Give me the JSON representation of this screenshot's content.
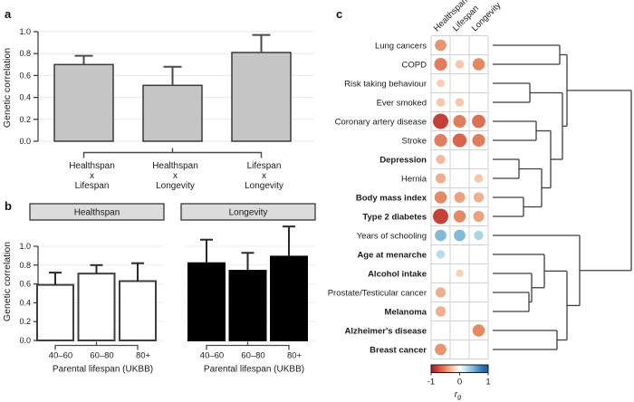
{
  "figure_letters": {
    "a": "a",
    "b": "b",
    "c": "c"
  },
  "chart_data": [
    {
      "type": "bar",
      "panel": "a",
      "title": "",
      "ylabel": "Genetic correlation",
      "categories": [
        [
          "Healthspan",
          "x",
          "Lifespan"
        ],
        [
          "Healthspan",
          "x",
          "Longevity"
        ],
        [
          "Lifespan",
          "x",
          "Longevity"
        ]
      ],
      "values": [
        0.7,
        0.51,
        0.81
      ],
      "errors_high": [
        0.78,
        0.68,
        0.97
      ],
      "ylim": [
        0,
        1
      ],
      "yticks": [
        0,
        0.2,
        0.4,
        0.6,
        0.8,
        1.0
      ],
      "grid": true,
      "bar_fill": "#c5c5c5",
      "bar_stroke": "#3a3a3a"
    },
    {
      "type": "bar",
      "panel": "b",
      "ylabel": "Genetic correlation",
      "xlabel": "Parental lifespan (UKBB)",
      "categories": [
        "40–60",
        "60–80",
        "80+"
      ],
      "ylim": [
        0,
        1
      ],
      "yticks": [
        0,
        0.2,
        0.4,
        0.6,
        0.8,
        1.0
      ],
      "grid": true,
      "facet_strip_fill": "#dcdcdc",
      "series": [
        {
          "name": "Healthspan",
          "values": [
            0.59,
            0.71,
            0.63
          ],
          "errors_high": [
            0.72,
            0.8,
            0.82
          ],
          "bar_fill": "#ffffff",
          "bar_stroke": "#3f3f3f"
        },
        {
          "name": "Longevity",
          "values": [
            0.82,
            0.74,
            0.89
          ],
          "errors_high": [
            1.07,
            0.93,
            1.21
          ],
          "bar_fill": "#000000",
          "bar_stroke": "#000000"
        }
      ]
    },
    {
      "type": "heatmap",
      "panel": "c",
      "columns": [
        "Healthspan",
        "Lifespan",
        "Longevity"
      ],
      "rows": [
        {
          "label": "Lung cancers",
          "bold": false,
          "values": [
            -0.45,
            0,
            0
          ]
        },
        {
          "label": "COPD",
          "bold": false,
          "values": [
            -0.55,
            -0.25,
            -0.5
          ]
        },
        {
          "label": "Risk taking behaviour",
          "bold": false,
          "values": [
            -0.22,
            0,
            0
          ]
        },
        {
          "label": "Ever smoked",
          "bold": false,
          "values": [
            -0.25,
            -0.25,
            0
          ]
        },
        {
          "label": "Coronary artery disease",
          "bold": false,
          "values": [
            -0.8,
            -0.55,
            -0.6
          ]
        },
        {
          "label": "Stroke",
          "bold": false,
          "values": [
            -0.55,
            -0.65,
            -0.55
          ]
        },
        {
          "label": "Depression",
          "bold": true,
          "values": [
            -0.3,
            0,
            0
          ]
        },
        {
          "label": "Hernia",
          "bold": false,
          "values": [
            -0.35,
            0,
            -0.25
          ]
        },
        {
          "label": "Body mass index",
          "bold": true,
          "values": [
            -0.5,
            -0.4,
            -0.35
          ]
        },
        {
          "label": "Type 2 diabetes",
          "bold": true,
          "values": [
            -0.8,
            -0.5,
            -0.4
          ]
        },
        {
          "label": "Years of schooling",
          "bold": false,
          "values": [
            0.45,
            0.45,
            0.3
          ]
        },
        {
          "label": "Age at menarche",
          "bold": true,
          "values": [
            0.25,
            0,
            0
          ]
        },
        {
          "label": "Alcohol intake",
          "bold": true,
          "values": [
            0,
            -0.2,
            0
          ]
        },
        {
          "label": "Prostate/Testicular cancer",
          "bold": false,
          "values": [
            -0.35,
            0,
            0
          ]
        },
        {
          "label": "Melanoma",
          "bold": true,
          "values": [
            -0.35,
            0,
            0
          ]
        },
        {
          "label": "Alzheimer's disease",
          "bold": true,
          "values": [
            0,
            0,
            -0.5
          ]
        },
        {
          "label": "Breast cancer",
          "bold": true,
          "values": [
            -0.45,
            0,
            0
          ]
        }
      ],
      "colorbar": {
        "min": -1,
        "max": 1,
        "ticks": [
          "-1",
          "0",
          "1"
        ],
        "label": "r",
        "label_sub": "g"
      },
      "palette": {
        "negative_end": "#9c1b26",
        "mid": "#ffffff",
        "positive_end": "#1c5a9e"
      },
      "dendrogram": {
        "x": 697,
        "c": [
          {
            "x": 626,
            "c": [
              {
                "x": 618,
                "c": [
                  {
                    "leaf": 0
                  },
                  {
                    "leaf": 1
                  }
                ]
              },
              {
                "x": 621,
                "c": [
                  {
                    "x": 585,
                    "c": [
                      {
                        "leaf": 2
                      },
                      {
                        "leaf": 3
                      }
                    ]
                  },
                  {
                    "x": 608,
                    "c": [
                      {
                        "x": 592,
                        "c": [
                          {
                            "leaf": 4
                          },
                          {
                            "leaf": 5
                          }
                        ]
                      },
                      {
                        "x": 598,
                        "c": [
                          {
                            "x": 573,
                            "c": [
                              {
                                "leaf": 6
                              },
                              {
                                "leaf": 7
                              }
                            ]
                          },
                          {
                            "x": 578,
                            "c": [
                              {
                                "leaf": 8
                              },
                              {
                                "leaf": 9
                              }
                            ]
                          }
                        ]
                      }
                    ]
                  }
                ]
              }
            ]
          },
          {
            "x": 640,
            "c": [
              {
                "leaf": 10
              },
              {
                "x": 626,
                "c": [
                  {
                    "x": 601,
                    "c": [
                      {
                        "leaf": 11
                      },
                      {
                        "x": 587,
                        "c": [
                          {
                            "leaf": 12
                          },
                          {
                            "x": 584,
                            "c": [
                              {
                                "leaf": 13
                              },
                              {
                                "leaf": 14
                              }
                            ]
                          }
                        ]
                      }
                    ]
                  },
                  {
                    "x": 615,
                    "c": [
                      {
                        "leaf": 15
                      },
                      {
                        "leaf": 16
                      }
                    ]
                  }
                ]
              }
            ]
          }
        ]
      }
    }
  ]
}
